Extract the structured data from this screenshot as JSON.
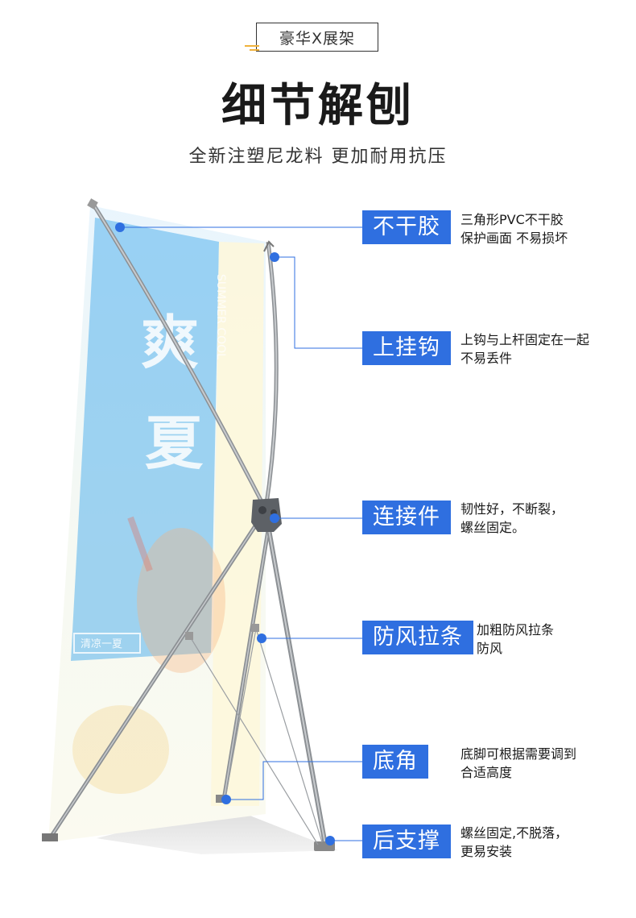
{
  "header": {
    "badge_text": "豪华X展架",
    "title": "细节解刨",
    "subtitle": "全新注塑尼龙料 更加耐用抗压"
  },
  "poster": {
    "big_chars": [
      "爽",
      "夏"
    ],
    "small_text": "SUMMER COOL",
    "tag_text": "清凉一夏"
  },
  "features": [
    {
      "label": "不干胶",
      "desc_lines": [
        "三角形PVC不干胶",
        "保护画面 不易损坏"
      ]
    },
    {
      "label": "上挂钩",
      "desc_lines": [
        "上钩与上杆固定在一起",
        "不易丢件"
      ]
    },
    {
      "label": "连接件",
      "desc_lines": [
        "韧性好，不断裂，",
        "螺丝固定。"
      ]
    },
    {
      "label": "防风拉条",
      "desc_lines": [
        "加粗防风拉条",
        "防风"
      ]
    },
    {
      "label": "底角",
      "desc_lines": [
        "底脚可根据需要调到",
        "合适高度"
      ]
    },
    {
      "label": "后支撑",
      "desc_lines": [
        "螺丝固定,不脱落，",
        "更易安装"
      ]
    }
  ],
  "colors": {
    "accent_blue": "#2f6fe0",
    "badge_deco": "#f0b23c",
    "poster_blue": "#4aa8e8",
    "frame_gray": "#8c9094"
  }
}
